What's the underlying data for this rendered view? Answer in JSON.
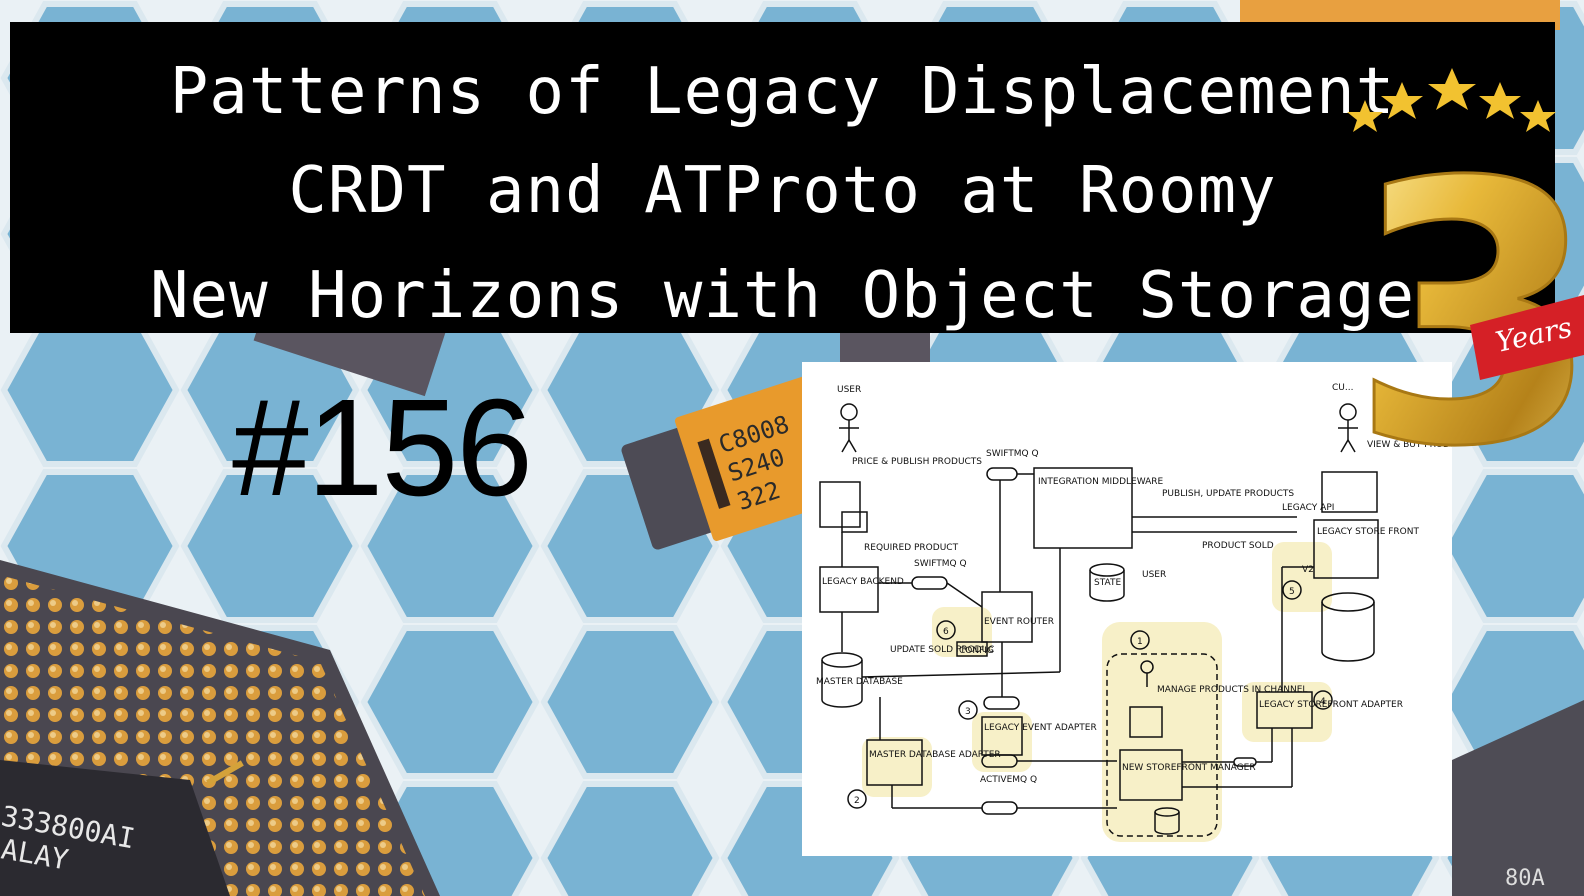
{
  "title_lines": [
    "Patterns of Legacy Displacement",
    "CRDT and ATProto at Roomy",
    "New Horizons with Object Storage"
  ],
  "episode": "#156",
  "anniversary": {
    "number": "3",
    "ribbon": "Years"
  },
  "chip_marks": [
    "C8008",
    "S240",
    "322",
    "333800AI",
    "ALAY",
    "80A"
  ],
  "diagram": {
    "labels": {
      "user_left": "USER",
      "price_publish": "PRICE & PUBLISH PRODUCTS",
      "legacy_backend": "LEGACY BACKEND",
      "reqd_product": "REQUIRED PRODUCT",
      "swiftmq1": "SWIFTMQ Q",
      "swiftmq2": "SWIFTMQ Q",
      "integration": "INTEGRATION MIDDLEWARE",
      "publish_update": "PUBLISH, UPDATE PRODUCTS",
      "product_sold": "PRODUCT SOLD",
      "state": "STATE",
      "user_mid": "USER",
      "legacy_api": "LEGACY API",
      "legacy_store": "LEGACY STORE FRONT",
      "customer": "CU...",
      "view_buy": "VIEW & BUY PRODUCTS",
      "event_router": "EVENT ROUTER",
      "config": "CONFIG",
      "update_sold": "UPDATE SOLD PRODUC",
      "master_db": "MASTER DATABASE",
      "legacy_event_adapter": "LEGACY EVENT ADAPTER",
      "manage_products": "MANAGE PRODUCTS IN CHANNEL",
      "new_storefront": "NEW STOREFRONT MANAGER",
      "legacy_storefront_adapter": "LEGACY STOREFRONT ADAPTER",
      "master_db_adapter": "MASTER DATABASE ADAPTER",
      "activemq": "ACTIVEMQ Q",
      "v2": "V2",
      "n1": "1",
      "n2": "2",
      "n3": "3",
      "n4": "4",
      "n5": "5",
      "n6": "6"
    }
  }
}
